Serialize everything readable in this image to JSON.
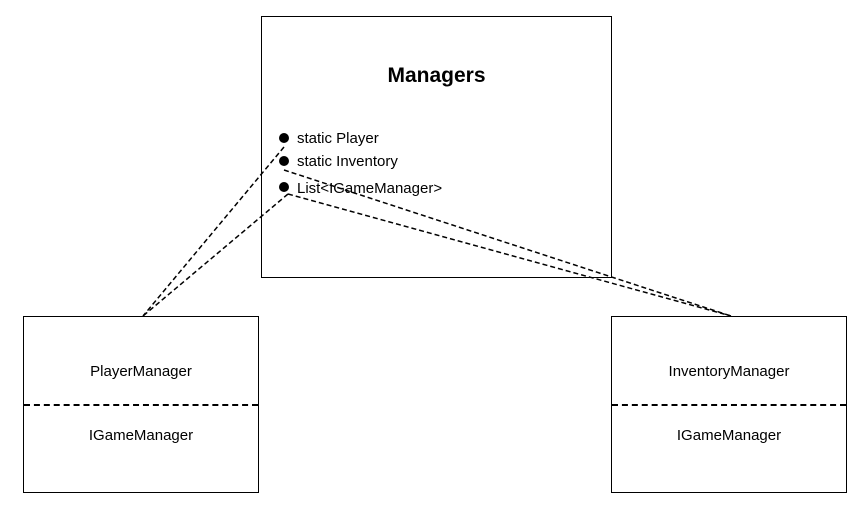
{
  "diagram": {
    "managers": {
      "title": "Managers",
      "members": [
        "static Player",
        "static Inventory",
        "List<IGameManager>"
      ]
    },
    "player_manager": {
      "name": "PlayerManager",
      "interface": "IGameManager"
    },
    "inventory_manager": {
      "name": "InventoryManager",
      "interface": "IGameManager"
    },
    "connections": [
      {
        "from": "managers.members.0",
        "to": "player_manager"
      },
      {
        "from": "managers.members.2",
        "to": "player_manager"
      },
      {
        "from": "managers.members.1",
        "to": "inventory_manager"
      },
      {
        "from": "managers.members.2",
        "to": "inventory_manager"
      }
    ],
    "colors": {
      "stroke": "#000000",
      "background": "#ffffff"
    }
  }
}
